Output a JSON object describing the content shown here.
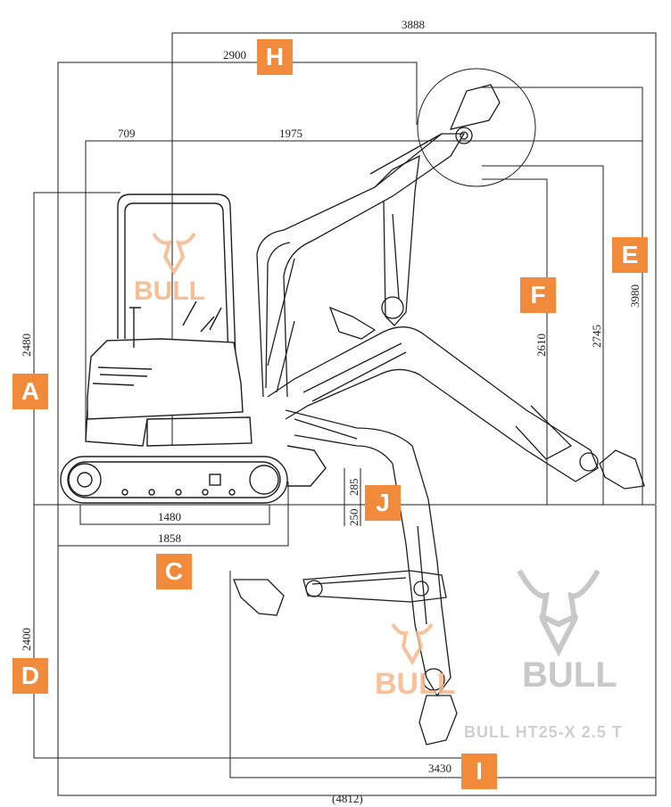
{
  "dimensions": {
    "overall_reach_top": "3888",
    "reach_h": "2900",
    "front_709": "709",
    "front_1975": "1975",
    "height_a": "2480",
    "height_f": "2610",
    "height_e1": "2745",
    "height_e2": "3980",
    "track_1480": "1480",
    "track_1858": "1858",
    "j_285": "285",
    "j_250": "250",
    "depth_d": "2400",
    "reach_i": "3430",
    "overall_bottom": "(4812)"
  },
  "badges": {
    "A": "A",
    "C": "C",
    "D": "D",
    "E": "E",
    "F": "F",
    "H": "H",
    "I": "I",
    "J": "J"
  },
  "brand": {
    "name": "BULL",
    "model": "BULL HT25-X 2.5 T"
  },
  "colors": {
    "badge": "#f28a3c",
    "line": "#1e1e1e",
    "watermark_orange": "#f5b78a",
    "watermark_grey": "#c8c8c8"
  }
}
